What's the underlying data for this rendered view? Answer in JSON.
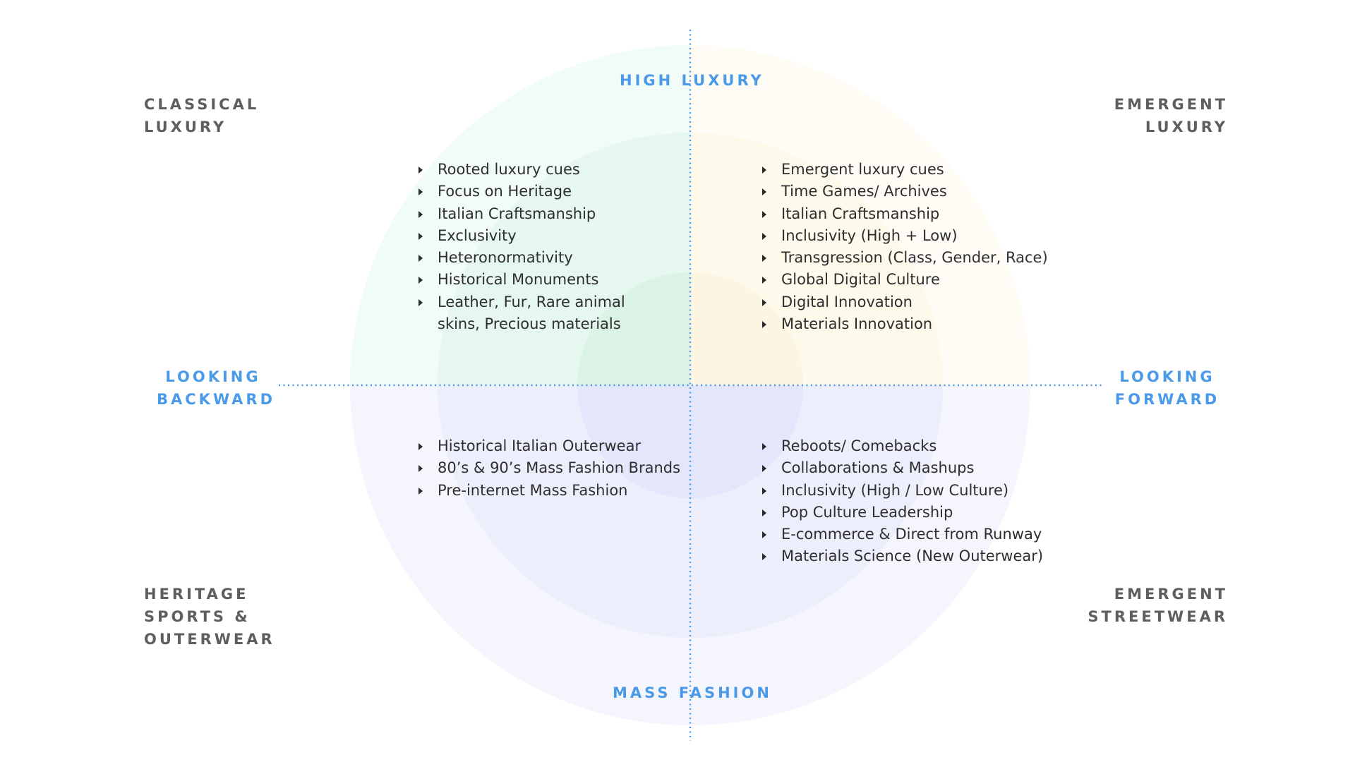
{
  "axes": {
    "top": "HIGH LUXURY",
    "bottom": "MASS FASHION",
    "left": [
      "LOOKING",
      "BACKWARD"
    ],
    "right": [
      "LOOKING",
      "FORWARD"
    ]
  },
  "corners": {
    "top_left": [
      "CLASSICAL",
      "LUXURY"
    ],
    "top_right": [
      "EMERGENT",
      "LUXURY"
    ],
    "bottom_left": [
      "HERITAGE",
      "SPORTS &",
      "OUTERWEAR"
    ],
    "bottom_right": [
      "EMERGENT",
      "STREETWEAR"
    ]
  },
  "quadrants": {
    "top_left": [
      "Rooted luxury cues",
      "Focus on Heritage",
      "Italian Craftsmanship",
      "Exclusivity",
      "Heteronormativity",
      "Historical Monuments",
      "Leather, Fur, Rare animal",
      "skins, Precious materials"
    ],
    "top_right": [
      "Emergent luxury cues",
      "Time Games/ Archives",
      "Italian Craftsmanship",
      "Inclusivity (High + Low)",
      "Transgression (Class, Gender, Race)",
      "Global Digital Culture",
      "Digital Innovation",
      "Materials Innovation"
    ],
    "bottom_left": [
      "Historical Italian Outerwear",
      "80’s & 90’s Mass Fashion Brands",
      "Pre-internet Mass Fashion"
    ],
    "bottom_right": [
      "Reboots/ Comebacks",
      "Collaborations & Mashups",
      "Inclusivity (High / Low Culture)",
      "Pop Culture Leadership",
      "E-commerce & Direct from Runway",
      "Materials Science (New Outerwear)"
    ]
  },
  "colors": {
    "axis_blue": "#4a9ae8",
    "corner_gray": "#5e5e5e",
    "quad_top_left": "#dff5ec",
    "quad_top_right": "#fdf8e6",
    "quad_bottom": "#e6e8fb"
  }
}
